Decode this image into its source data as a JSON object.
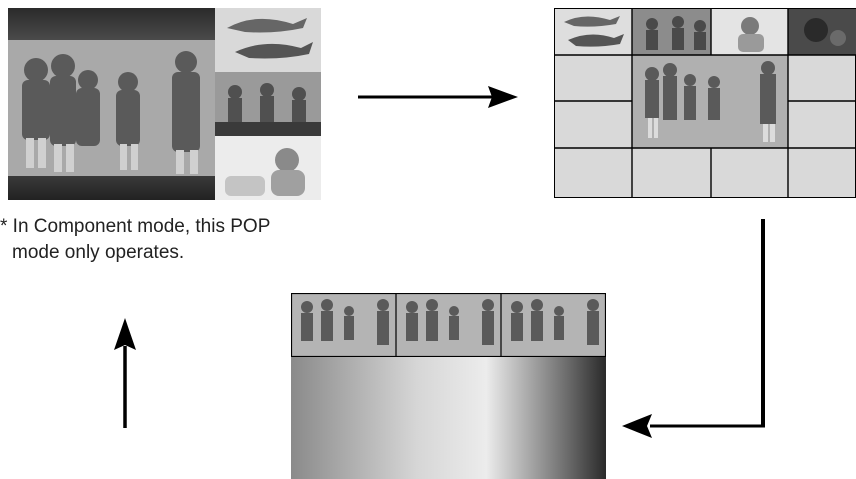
{
  "note": {
    "line1": "* In Component mode, this POP",
    "line2": "mode only operates."
  },
  "screens": {
    "pop_screen": {
      "description_icon": "pop-mode-screen"
    },
    "pip_grid_screen": {
      "description_icon": "pip-grid-screen"
    },
    "twin_strip_screen": {
      "description_icon": "twin-strip-screen"
    }
  },
  "colors": {
    "arrow": "#000000",
    "grid_cell": "#d8d8d8",
    "grid_line": "#000000",
    "letterbox": "#3a3a3a"
  }
}
